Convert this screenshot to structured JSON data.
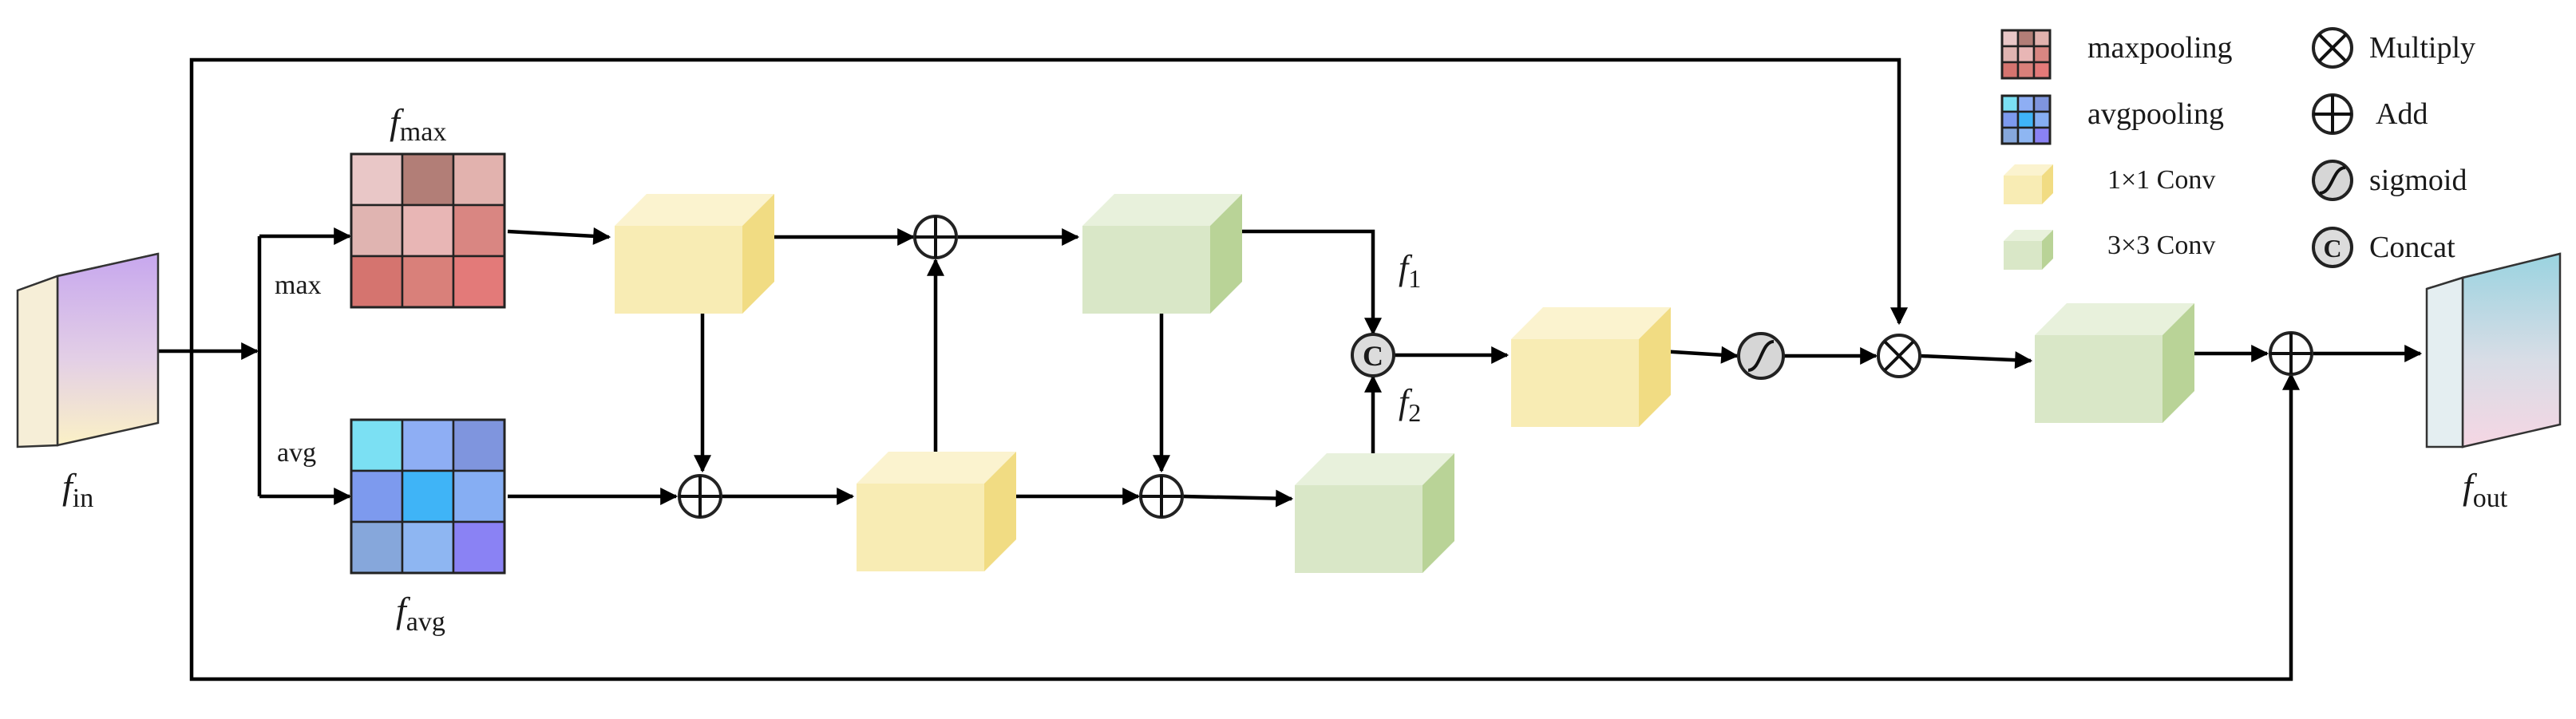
{
  "diagram": {
    "inputs": {
      "f_in": {
        "main": "f",
        "sub": "in"
      }
    },
    "output": {
      "main": "f",
      "sub": "out"
    },
    "pool_labels": {
      "fmax": {
        "main": "f",
        "sub": "max"
      },
      "favg": {
        "main": "f",
        "sub": "avg"
      },
      "max": "max",
      "avg": "avg"
    },
    "branch_labels": {
      "f1": {
        "main": "f",
        "sub": "1"
      },
      "f2": {
        "main": "f",
        "sub": "2"
      }
    },
    "concat_symbol": "C"
  },
  "legend": {
    "maxpooling": "maxpooling",
    "avgpooling": "avgpooling",
    "conv1": "1×1 Conv",
    "conv3": "3×3 Conv",
    "multiply": "Multiply",
    "add": "Add",
    "sigmoid": "sigmoid",
    "concat": "Concat",
    "concat_symbol": "C"
  },
  "colors": {
    "conv1_front": "#f8ecb4",
    "conv1_top": "#fbf3cf",
    "conv1_side": "#f1dc83",
    "conv3_front": "#d9e7c7",
    "conv3_top": "#e8f1dc",
    "conv3_side": "#b9d397",
    "max_grid": [
      "#e9c7c7",
      "#b27e77",
      "#e2b2ae",
      "#e0b4b1",
      "#e8b6b5",
      "#d98682",
      "#d5746f",
      "#d9807a",
      "#e37a79"
    ],
    "avg_grid": [
      "#7be0f3",
      "#8eaef4",
      "#7f95de",
      "#7d9aee",
      "#3fb4f7",
      "#86aef3",
      "#86a7db",
      "#8eb6f2",
      "#8a82f4"
    ]
  }
}
